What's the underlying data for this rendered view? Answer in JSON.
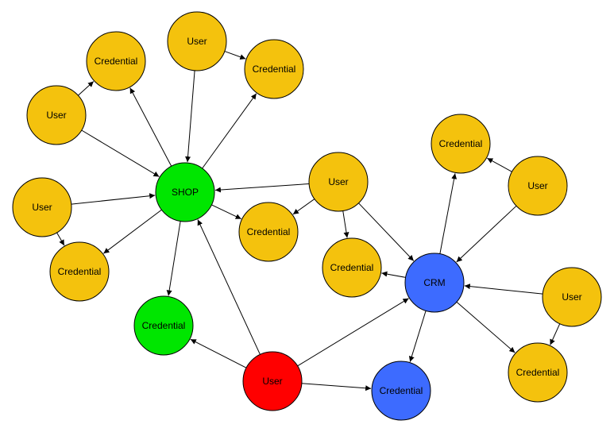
{
  "colors": {
    "user": "#F4C20D",
    "credential": "#F4C20D",
    "shop": "#00E600",
    "crm": "#3D6BFF",
    "special_user": "#FF0000",
    "special_credential_green": "#00E600",
    "special_credential_blue": "#3D6BFF"
  },
  "nodes": [
    {
      "id": "shop",
      "label": "SHOP",
      "kind": "shop"
    },
    {
      "id": "crm",
      "label": "CRM",
      "kind": "crm"
    },
    {
      "id": "u_top",
      "label": "User",
      "kind": "user"
    },
    {
      "id": "c_top_left",
      "label": "Credential",
      "kind": "credential"
    },
    {
      "id": "c_top_right",
      "label": "Credential",
      "kind": "credential"
    },
    {
      "id": "u_left1",
      "label": "User",
      "kind": "user"
    },
    {
      "id": "u_left2",
      "label": "User",
      "kind": "user"
    },
    {
      "id": "c_left_bottom",
      "label": "Credential",
      "kind": "credential"
    },
    {
      "id": "u_mid",
      "label": "User",
      "kind": "user"
    },
    {
      "id": "c_mid_a",
      "label": "Credential",
      "kind": "credential"
    },
    {
      "id": "c_mid_b",
      "label": "Credential",
      "kind": "credential"
    },
    {
      "id": "c_green",
      "label": "Credential",
      "kind": "special_credential_green"
    },
    {
      "id": "u_red",
      "label": "User",
      "kind": "special_user"
    },
    {
      "id": "c_blue",
      "label": "Credential",
      "kind": "special_credential_blue"
    },
    {
      "id": "c_right_top",
      "label": "Credential",
      "kind": "credential"
    },
    {
      "id": "u_right1",
      "label": "User",
      "kind": "user"
    },
    {
      "id": "u_right2",
      "label": "User",
      "kind": "user"
    },
    {
      "id": "c_right_bottom",
      "label": "Credential",
      "kind": "credential"
    }
  ],
  "edges": [
    {
      "from": "u_top",
      "to": "shop"
    },
    {
      "from": "u_top",
      "to": "c_top_right"
    },
    {
      "from": "u_left1",
      "to": "shop"
    },
    {
      "from": "u_left1",
      "to": "c_top_left"
    },
    {
      "from": "shop",
      "to": "c_top_left"
    },
    {
      "from": "shop",
      "to": "c_top_right"
    },
    {
      "from": "u_left2",
      "to": "shop"
    },
    {
      "from": "u_left2",
      "to": "c_left_bottom"
    },
    {
      "from": "shop",
      "to": "c_left_bottom"
    },
    {
      "from": "shop",
      "to": "c_green"
    },
    {
      "from": "shop",
      "to": "c_mid_a"
    },
    {
      "from": "u_mid",
      "to": "shop"
    },
    {
      "from": "u_mid",
      "to": "c_mid_a"
    },
    {
      "from": "u_mid",
      "to": "c_mid_b"
    },
    {
      "from": "u_mid",
      "to": "crm"
    },
    {
      "from": "crm",
      "to": "c_mid_b"
    },
    {
      "from": "crm",
      "to": "c_right_top"
    },
    {
      "from": "crm",
      "to": "c_blue"
    },
    {
      "from": "crm",
      "to": "c_right_bottom"
    },
    {
      "from": "u_right1",
      "to": "crm"
    },
    {
      "from": "u_right1",
      "to": "c_right_top"
    },
    {
      "from": "u_right2",
      "to": "crm"
    },
    {
      "from": "u_right2",
      "to": "c_right_bottom"
    },
    {
      "from": "u_red",
      "to": "shop"
    },
    {
      "from": "u_red",
      "to": "crm"
    },
    {
      "from": "u_red",
      "to": "c_green"
    },
    {
      "from": "u_red",
      "to": "c_blue"
    }
  ]
}
